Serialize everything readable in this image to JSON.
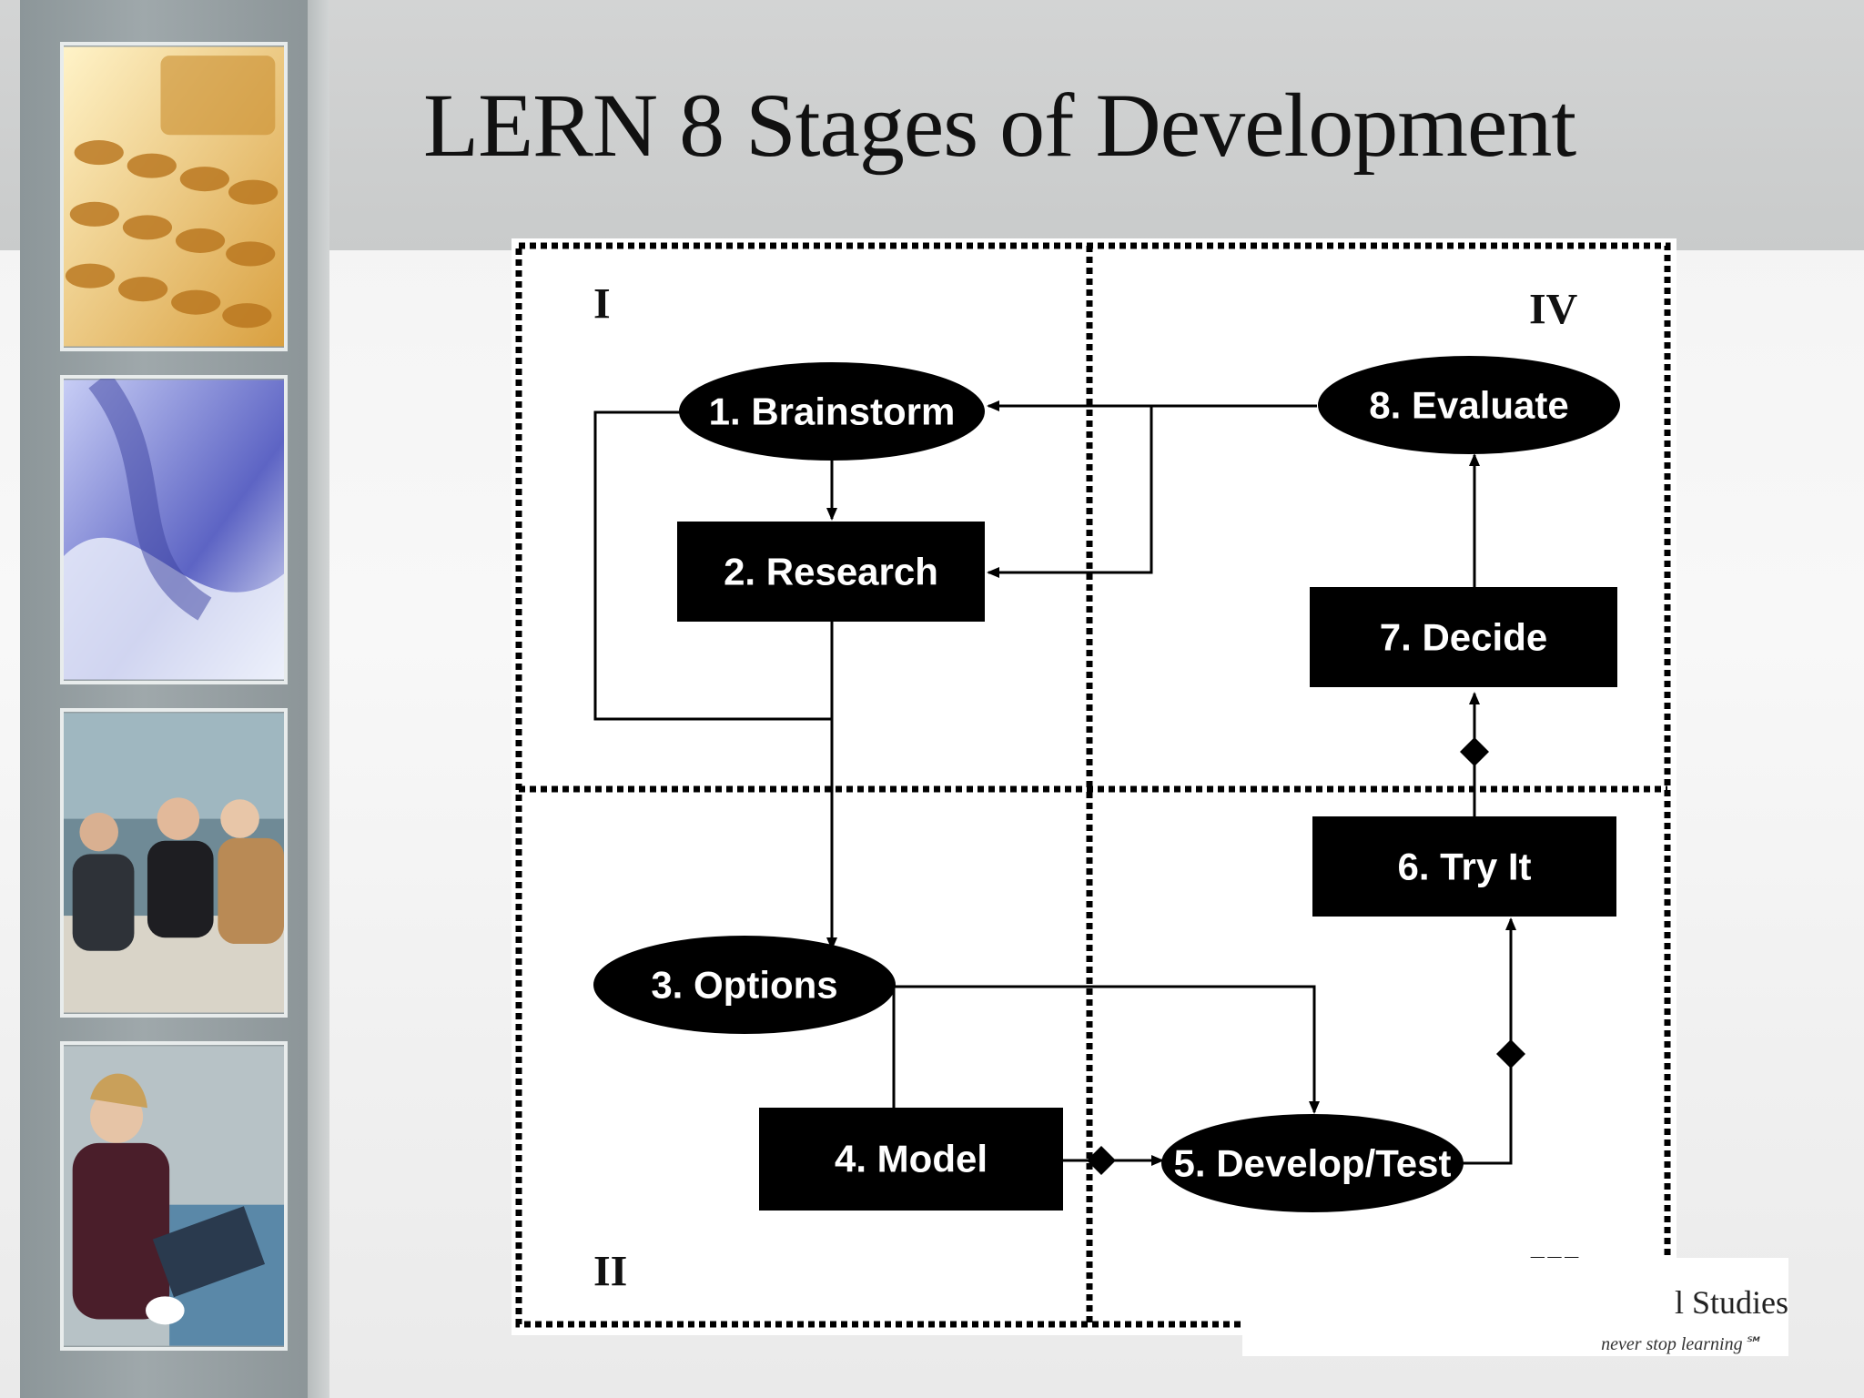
{
  "slide": {
    "title": "LERN 8 Stages of Development"
  },
  "diagram": {
    "quadrants": [
      "I",
      "II",
      "III",
      "IV"
    ],
    "nodes": {
      "brainstorm": "1. Brainstorm",
      "research": "2. Research",
      "options": "3. Options",
      "model": "4. Model",
      "develop_test": "5. Develop/Test",
      "try_it": "6. Try It",
      "decide": "7. Decide",
      "evaluate": "8. Evaluate"
    }
  },
  "logo": {
    "name_fragment": "l Studies",
    "tagline": "never stop learning℠"
  },
  "colors": {
    "node_fill": "#000000",
    "node_text": "#ffffff",
    "header_band": "#cfd0d0",
    "sidebar": "#98a1a4"
  }
}
